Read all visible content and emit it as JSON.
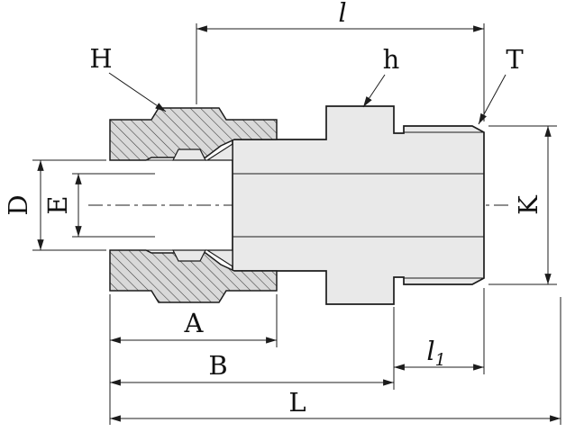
{
  "drawing": {
    "labels": {
      "H": "H",
      "h": "h",
      "T": "T",
      "l": "l",
      "D": "D",
      "E": "E",
      "K": "K",
      "A": "A",
      "B": "B",
      "L": "L",
      "l1_base": "l",
      "l1_sub": "1"
    },
    "colors": {
      "line": "#1c1c1c",
      "body_fill": "#e9e9e9",
      "section_fill": "#d9d9d9",
      "background": "#ffffff"
    }
  }
}
